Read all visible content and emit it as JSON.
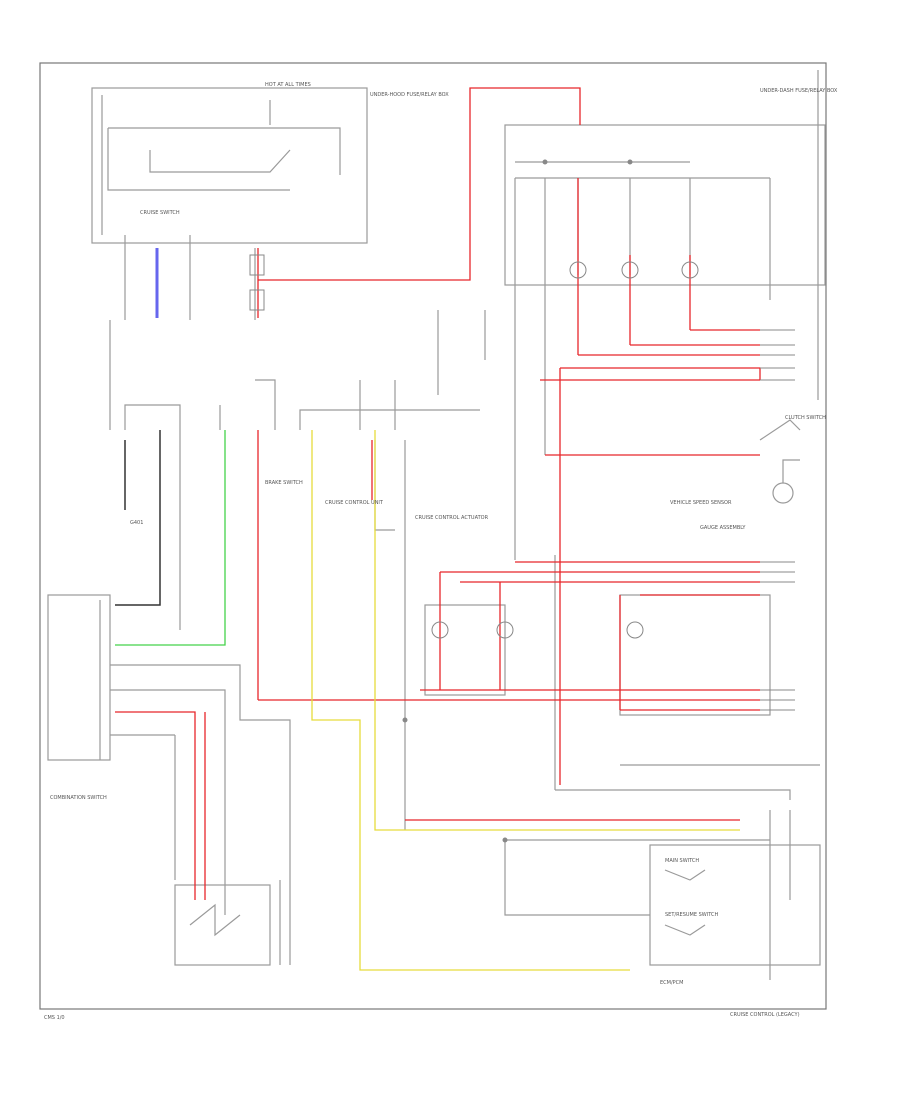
{
  "colors": {
    "frame": "#777777",
    "wire": "#9a9a9a",
    "red": "#e8262b",
    "yellow": "#e6dc3c",
    "green": "#45d24a",
    "blue": "#6666ee",
    "black": "#333333",
    "text": "#555555"
  },
  "labels": {
    "page_number": "CMS 1/0",
    "footer_right": "CRUISE CONTROL (LEGACY)",
    "hot_at_all_times": "HOT AT ALL TIMES",
    "cruise_switch": "CRUISE SWITCH",
    "underhood_fuse_box": "UNDER-HOOD FUSE/RELAY BOX",
    "under_dash_fuse_box": "UNDER-DASH FUSE/RELAY BOX",
    "brake_switch": "BRAKE SWITCH",
    "combination_switch": "COMBINATION SWITCH",
    "cruise_control_unit": "CRUISE CONTROL UNIT",
    "actuator": "CRUISE CONTROL ACTUATOR",
    "vss": "VEHICLE SPEED SENSOR",
    "gauge_assembly": "GAUGE ASSEMBLY",
    "clutch_switch": "CLUTCH SWITCH",
    "ecm_pcm": "ECM/PCM",
    "main_switch": "MAIN SWITCH",
    "set_resume": "SET/RESUME SWITCH",
    "ground": "G401"
  }
}
